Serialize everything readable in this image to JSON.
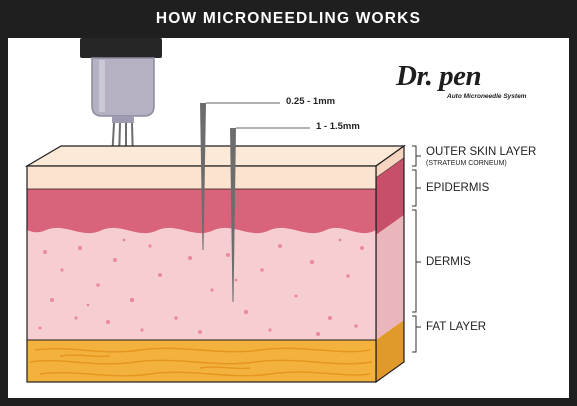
{
  "header": {
    "title": "HOW MICRONEEDLING WORKS"
  },
  "brand": {
    "name": "Dr. pen",
    "tagline": "Auto Microneedle System"
  },
  "depth_labels": {
    "short": "0.25 - 1mm",
    "long": "1 - 1.5mm"
  },
  "layers": {
    "outer": "OUTER SKIN LAYER",
    "outer_sub": "(STRATEUM CORNEUM)",
    "epidermis": "EPIDERMIS",
    "dermis": "DERMIS",
    "fat": "FAT LAYER"
  },
  "colors": {
    "background": "#1f1f1f",
    "outer_layer": "#fbe3cf",
    "epidermis": "#d9637b",
    "dermis": "#f6cdd0",
    "dermis_dots": "#e98a9d",
    "fat": "#f3b13e",
    "device_body": "#b5b1c2",
    "needle": "#6d6d6d"
  }
}
